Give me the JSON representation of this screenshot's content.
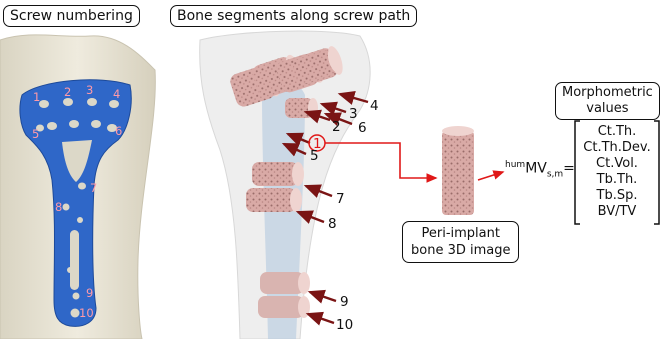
{
  "labels": {
    "screw_numbering": "Screw numbering",
    "bone_segments": "Bone segments along screw path",
    "peri_implant_line1": "Peri-implant",
    "peri_implant_line2": "bone 3D image",
    "morph_line1": "Morphometric",
    "morph_line2": "values"
  },
  "formula": {
    "pre": "hum",
    "main": "MV",
    "sub": "s,m",
    "eq": "="
  },
  "morph_values": [
    "Ct.Th.",
    "Ct.Th.Dev.",
    "Ct.Vol.",
    "Tb.Th.",
    "Tb.Sp.",
    "BV/TV"
  ],
  "plate_numbers": [
    "1",
    "2",
    "3",
    "4",
    "5",
    "6",
    "7",
    "8",
    "9",
    "10"
  ],
  "segment_numbers": [
    "1",
    "2",
    "3",
    "4",
    "5",
    "6",
    "7",
    "8",
    "9",
    "10"
  ],
  "colors": {
    "plate": "#2f67c8",
    "plate_number": "#ff9aa8",
    "bone": "#e8e4d6",
    "segment": "#d8b0aa",
    "arrow_dark": "#7a1414",
    "arrow_red": "#e01818"
  }
}
